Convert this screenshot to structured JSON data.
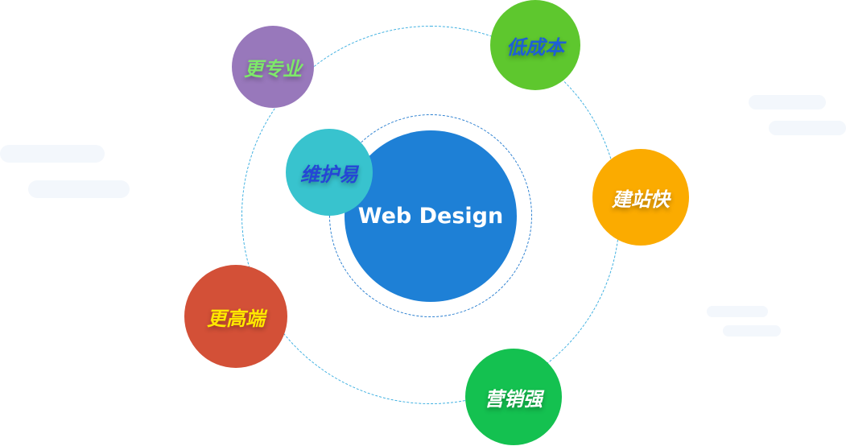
{
  "center": {
    "label": "Web Design",
    "color": "#1e80d6"
  },
  "features": [
    {
      "label": "更专业",
      "bg": "#9878bb",
      "text": "#7ee86a"
    },
    {
      "label": "低成本",
      "bg": "#5ec72e",
      "text": "#1e5fd6"
    },
    {
      "label": "维护易",
      "bg": "#38c3ce",
      "text": "#2546d6"
    },
    {
      "label": "建站快",
      "bg": "#fbab00",
      "text": "#ffffff"
    },
    {
      "label": "更高端",
      "bg": "#d35037",
      "text": "#ffe800"
    },
    {
      "label": "营销强",
      "bg": "#14c150",
      "text": "#ffffff"
    }
  ]
}
